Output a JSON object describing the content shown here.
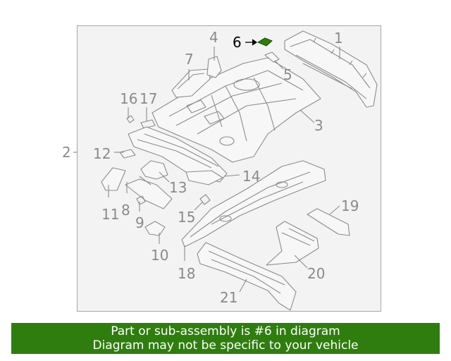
{
  "diagram": {
    "callouts": [
      "1",
      "2",
      "3",
      "4",
      "5",
      "6",
      "7",
      "8",
      "9",
      "10",
      "11",
      "12",
      "13",
      "14",
      "15",
      "16",
      "17",
      "18",
      "19",
      "20",
      "21"
    ],
    "highlighted_part": "6",
    "highlight_color": "#2f7d0f"
  },
  "banner": {
    "line1": "Part or sub-assembly is #6 in diagram",
    "line2": "Diagram may not be specific to your vehicle",
    "background": "#2f7d0f"
  }
}
